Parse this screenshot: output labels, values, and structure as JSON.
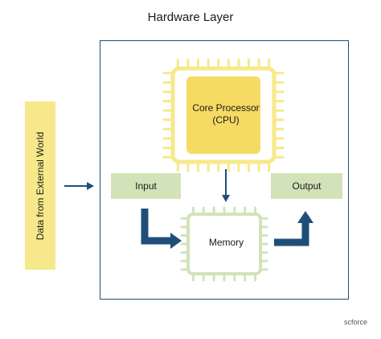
{
  "title": "Hardware Layer",
  "external_label": "Data from External World",
  "cpu_label_line1": "Core Processor",
  "cpu_label_line2": "(CPU)",
  "input_label": "Input",
  "output_label": "Output",
  "memory_label": "Memory",
  "logo": "scforce",
  "colors": {
    "arrow": "#1f4f79",
    "frame": "#1f4f79",
    "cpu_outline": "#f7e98b",
    "cpu_core": "#f5da63",
    "memory_outline": "#d3e3b9",
    "box_fill": "#d3e3b9",
    "external_bar": "#f7e98b"
  }
}
